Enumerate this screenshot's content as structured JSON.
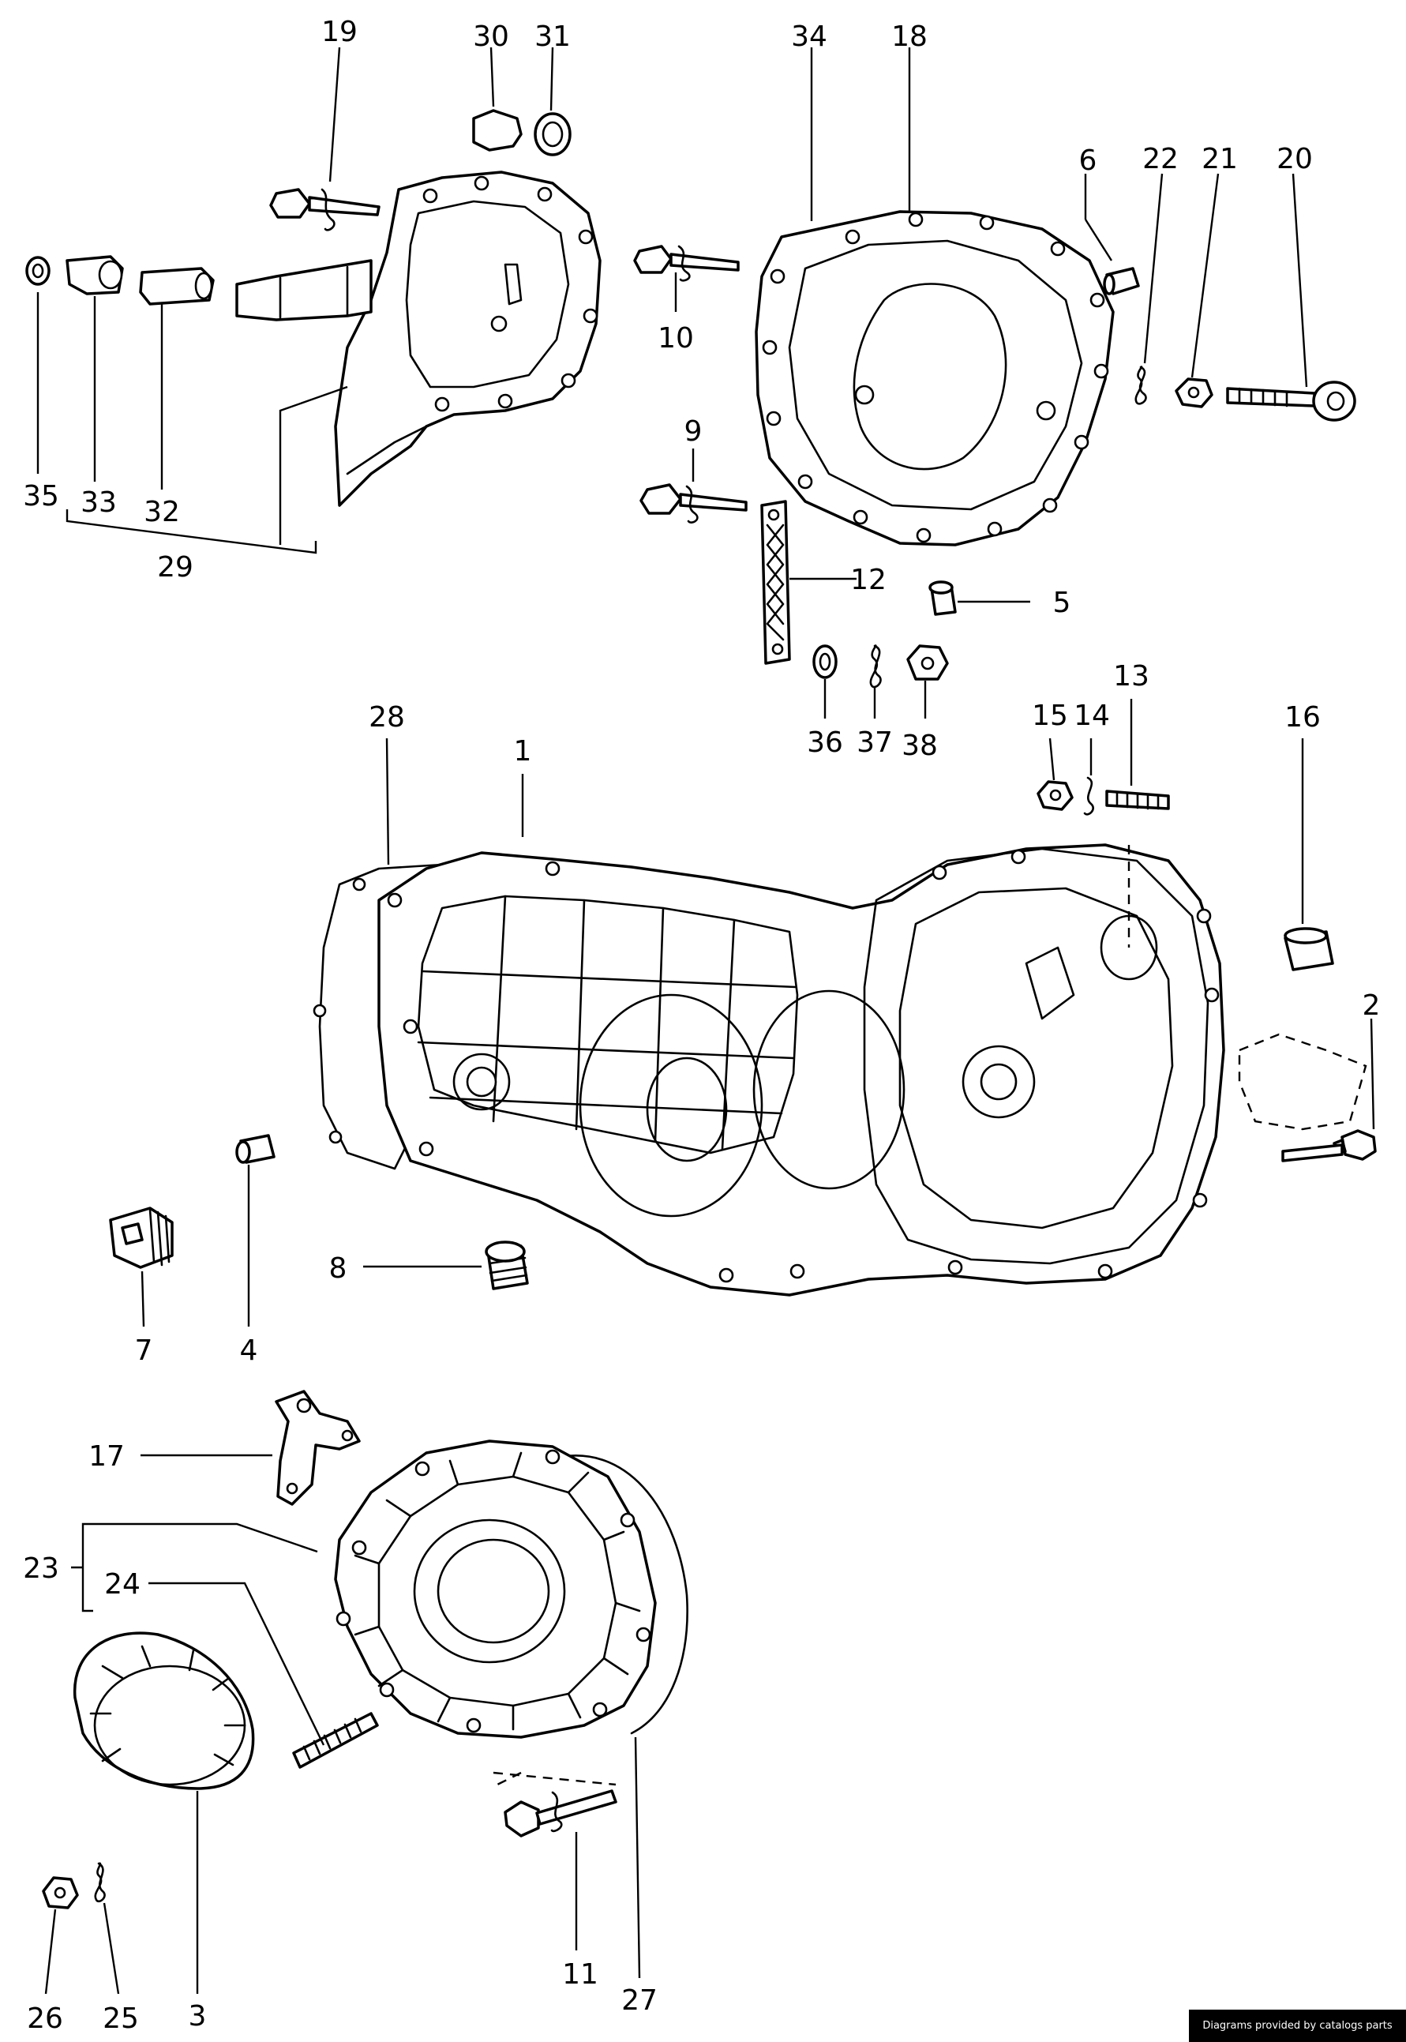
{
  "diagram": {
    "labels": [
      "1",
      "2",
      "3",
      "4",
      "5",
      "6",
      "7",
      "8",
      "9",
      "10",
      "11",
      "12",
      "13",
      "14",
      "15",
      "16",
      "17",
      "18",
      "19",
      "20",
      "21",
      "22",
      "23",
      "24",
      "25",
      "26",
      "27",
      "28",
      "29",
      "30",
      "31",
      "32",
      "33",
      "34",
      "35",
      "36",
      "37",
      "38"
    ]
  },
  "credit": "Diagrams provided by catalogs parts"
}
